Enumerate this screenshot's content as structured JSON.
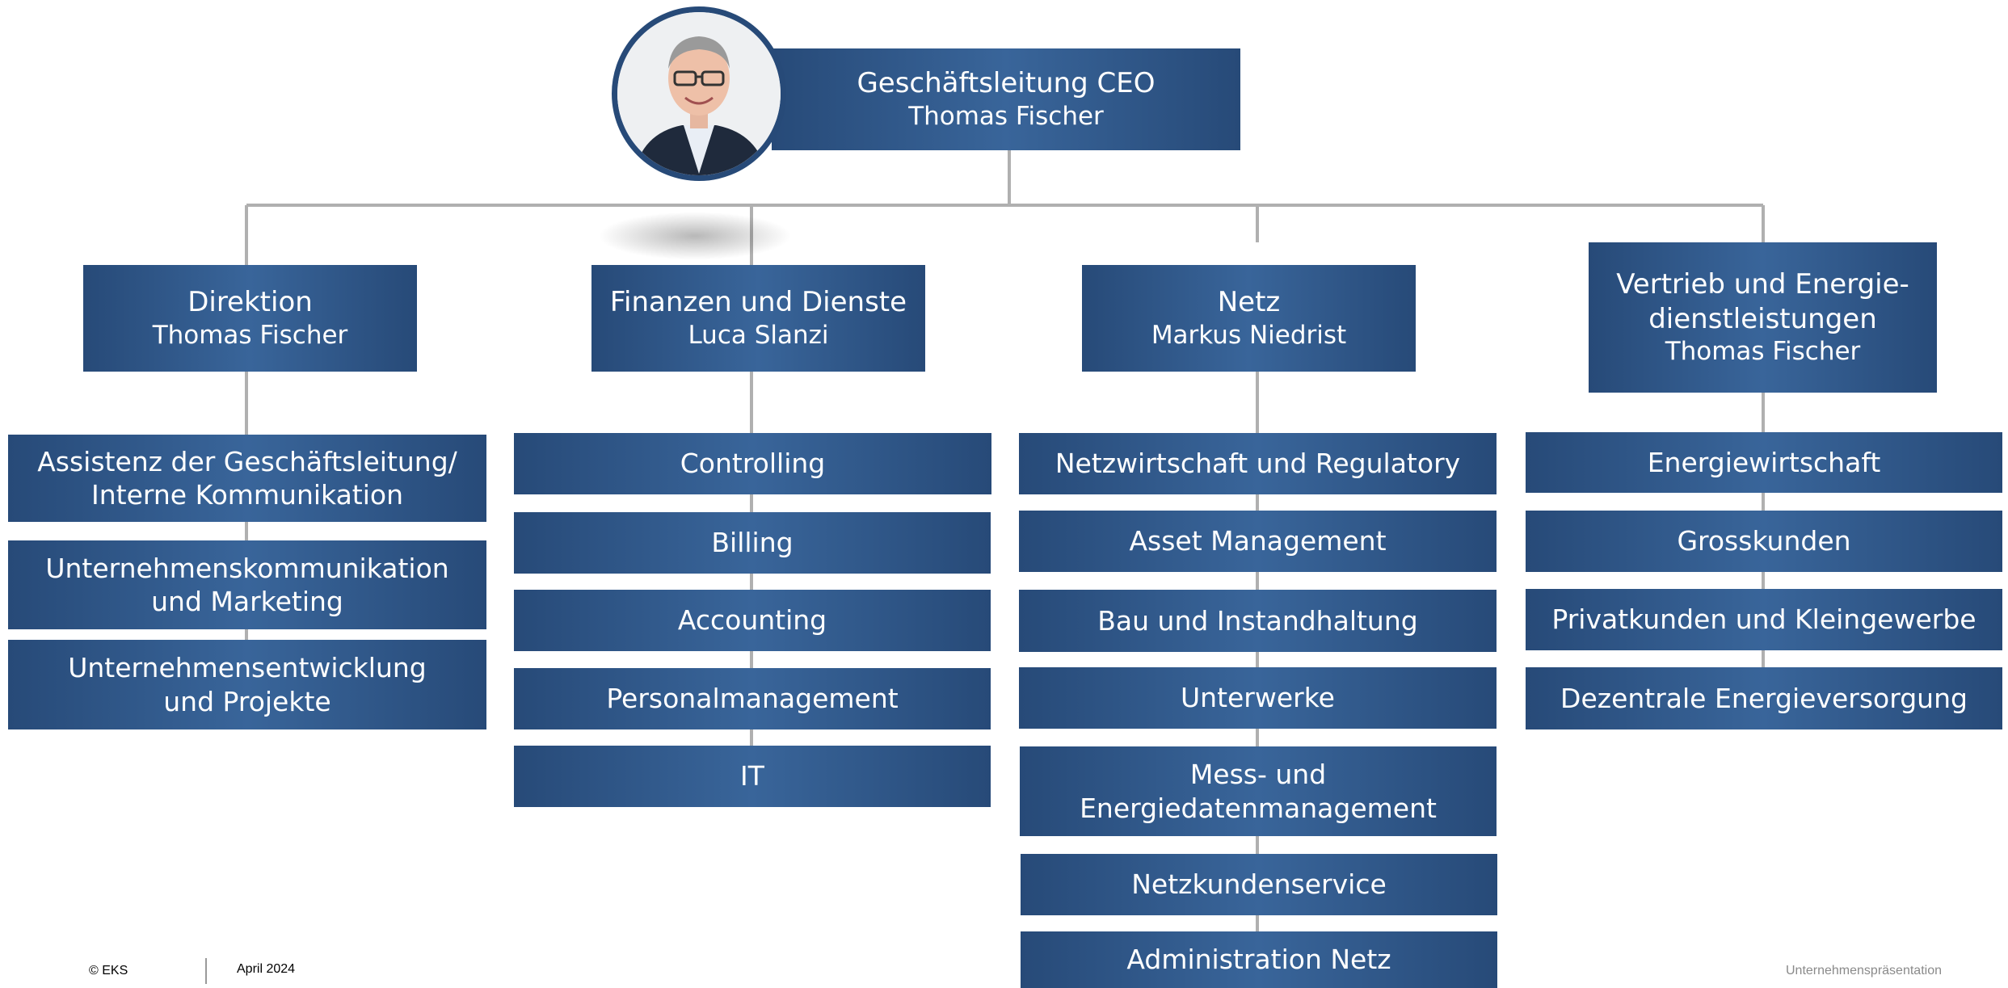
{
  "ceo": {
    "title": "Geschäftsleitung CEO",
    "name": "Thomas Fischer"
  },
  "divisions": [
    {
      "title": "Direktion",
      "name": "Thomas Fischer",
      "units": [
        [
          "Assistenz der Geschäftsleitung/",
          "Interne Kommunikation"
        ],
        [
          "Unternehmenskommunikation",
          "und Marketing"
        ],
        [
          "Unternehmensentwicklung",
          "und Projekte"
        ]
      ]
    },
    {
      "title": "Finanzen und Dienste",
      "name": "Luca Slanzi",
      "units": [
        [
          "Controlling"
        ],
        [
          "Billing"
        ],
        [
          "Accounting"
        ],
        [
          "Personalmanagement"
        ],
        [
          "IT"
        ]
      ]
    },
    {
      "title": "Netz",
      "name": "Markus Niedrist",
      "units": [
        [
          "Netzwirtschaft und Regulatory"
        ],
        [
          "Asset Management"
        ],
        [
          "Bau und Instandhaltung"
        ],
        [
          "Unterwerke"
        ],
        [
          "Mess- und",
          "Energiedatenmanagement"
        ],
        [
          "Netzkundenservice"
        ],
        [
          "Administration Netz"
        ]
      ]
    },
    {
      "title": "Vertrieb und Energie-",
      "title_line2": "dienstleistungen",
      "name": "Thomas Fischer",
      "units": [
        [
          "Energiewirtschaft"
        ],
        [
          "Grosskunden"
        ],
        [
          "Privatkunden und Kleingewerbe"
        ],
        [
          "Dezentrale Energieversorgung"
        ]
      ]
    }
  ],
  "footer": {
    "copyright": "© EKS",
    "date": "April 2024",
    "label": "Unternehmenspräsentation"
  },
  "colors": {
    "box": "#2f5588",
    "connector": "#b0b0b0"
  }
}
